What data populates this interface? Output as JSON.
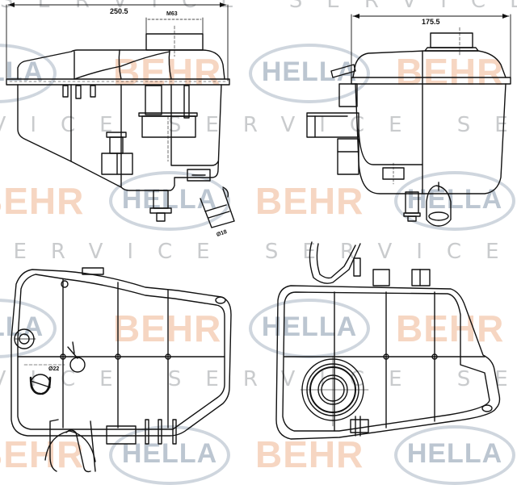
{
  "drawing": {
    "subject": "Coolant expansion tank technical drawing",
    "views": [
      {
        "name": "front-view",
        "position": "top-left"
      },
      {
        "name": "side-view",
        "position": "top-right"
      },
      {
        "name": "top-view",
        "position": "bottom-left"
      },
      {
        "name": "bottom-view",
        "position": "bottom-right"
      }
    ],
    "dimensions": {
      "overall_width": "250.5",
      "overall_depth": "175.5",
      "cap_thread": "M63",
      "hose_diameter": "Ø18",
      "cap_diameter": "Ø22"
    }
  },
  "watermarks": {
    "service": "SERVICE",
    "behr": "BEHR",
    "hella": "HELLA",
    "colors": {
      "service": "#c9cbcd",
      "behr": "#f6d6c2",
      "hella_ring": "#cfd6de",
      "hella_text": "#bcc6d1",
      "line": "#111111"
    }
  }
}
